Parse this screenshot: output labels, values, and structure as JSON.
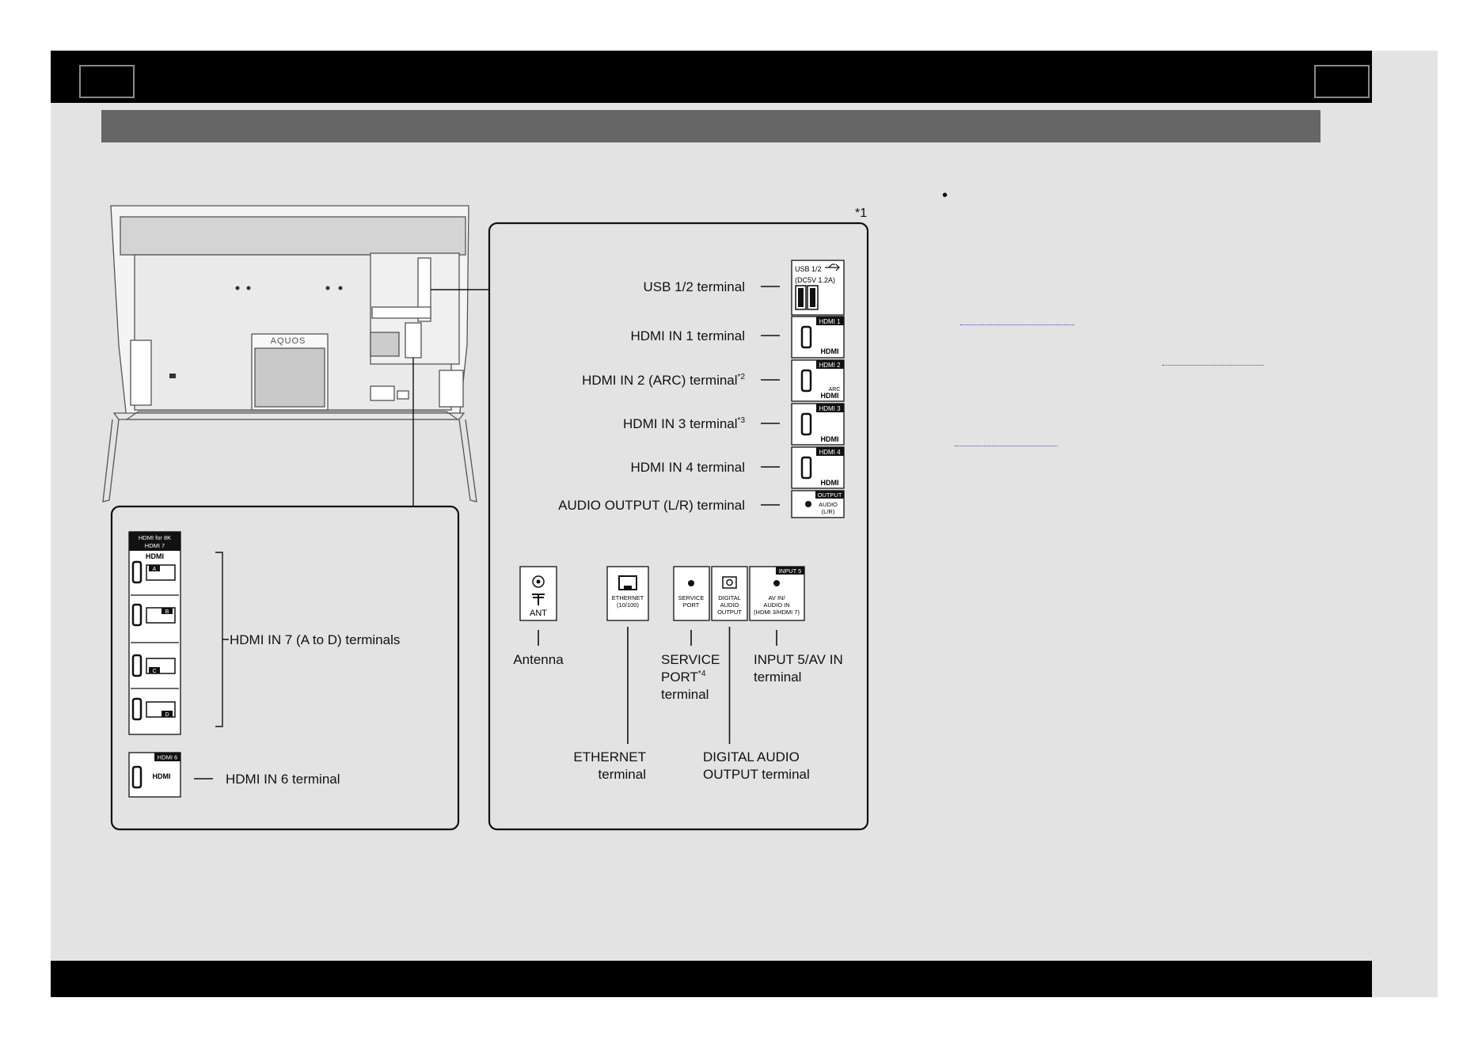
{
  "footnote_ref": "*1",
  "bullet": "•",
  "tv": {
    "brand": "AQUOS"
  },
  "right_panel": {
    "side_terminals": [
      {
        "label": "USB 1/2 terminal",
        "sup": "",
        "icon": "usb-port-icon"
      },
      {
        "label": "HDMI IN 1 terminal",
        "sup": "",
        "icon": "hdmi-port-icon"
      },
      {
        "label": "HDMI IN 2 (ARC) terminal",
        "sup": "*2",
        "icon": "hdmi-port-icon"
      },
      {
        "label": "HDMI IN 3 terminal",
        "sup": "*3",
        "icon": "hdmi-port-icon"
      },
      {
        "label": "HDMI IN 4 terminal",
        "sup": "",
        "icon": "hdmi-port-icon"
      },
      {
        "label": "AUDIO OUTPUT (L/R) terminal",
        "sup": "",
        "icon": "audio-jack-icon"
      }
    ],
    "port_icons": {
      "usb_line1": "USB 1/2",
      "usb_line2": "(DC5V 1.2A)",
      "hdmi1_tag": "HDMI 1",
      "hdmi2_tag": "HDMI 2",
      "hdmi2_arc": "ARC",
      "hdmi3_tag": "HDMI 3",
      "hdmi4_tag": "HDMI 4",
      "hdmi_logo": "HDMI",
      "output_tag": "OUTPUT",
      "audio_line1": "AUDIO",
      "audio_line2": "(L/R)",
      "ant": "ANT",
      "ethernet_line1": "ETHERNET",
      "ethernet_line2": "(10/100)",
      "service_line1": "SERVICE",
      "service_line2": "PORT",
      "digital_line1": "DIGITAL",
      "digital_line2": "AUDIO",
      "digital_line3": "OUTPUT",
      "input5_tag": "INPUT 5",
      "avin_line1": "AV IN/",
      "avin_line2": "AUDIO IN",
      "avin_line3": "(HDMI 3/HDMI 7)"
    },
    "bottom_labels": {
      "antenna": "Antenna",
      "service_1": "SERVICE",
      "service_2": "PORT",
      "service_sup": "*4",
      "service_3": "terminal",
      "input5_1": "INPUT 5/AV IN",
      "input5_2": "terminal",
      "ethernet_1": "ETHERNET",
      "ethernet_2": "terminal",
      "digital_1": "DIGITAL AUDIO",
      "digital_2": "OUTPUT terminal"
    }
  },
  "left_panel": {
    "hdmi7_header_1": "HDMI for 8K",
    "hdmi7_header_2": "HDMI 7",
    "hdmi_logo": "HDMI",
    "ports": [
      "A",
      "B",
      "C",
      "D"
    ],
    "hdmi7_label": "HDMI IN 7 (A to D) terminals",
    "hdmi6_tag": "HDMI 6",
    "hdmi6_label": "HDMI IN 6 terminal"
  }
}
